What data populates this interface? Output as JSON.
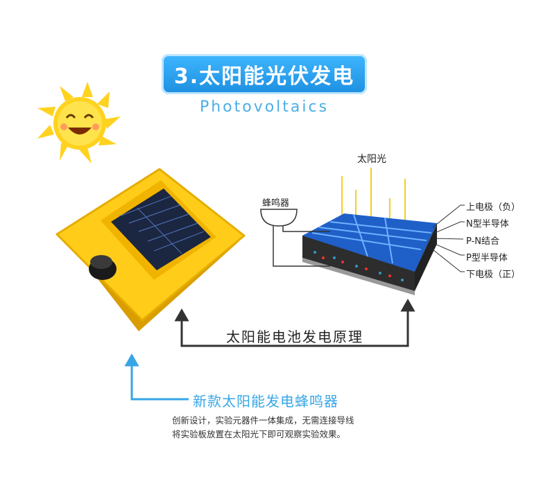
{
  "title": "3.太阳能光伏发电",
  "subtitle": "Photovoltaics",
  "diagram": {
    "sunlight_label": "太阳光",
    "buzzer_label": "蜂鸣器",
    "layers": [
      "上电极（负）",
      "N型半导体",
      "P-N结合",
      "P型半导体",
      "下电极（正）"
    ],
    "principle_label": "太阳能电池发电原理"
  },
  "product": {
    "name": "新款太阳能发电蜂鸣器",
    "description_lines": [
      "创新设计，实验元器件一体集成，无需连接导线",
      "将实验板放置在太阳光下即可观察实验效果。"
    ]
  },
  "colors": {
    "accent": "#1d8fe0",
    "sun": "#ffd21f",
    "board": "#f7c21a",
    "cell": "#1f5fc8"
  }
}
